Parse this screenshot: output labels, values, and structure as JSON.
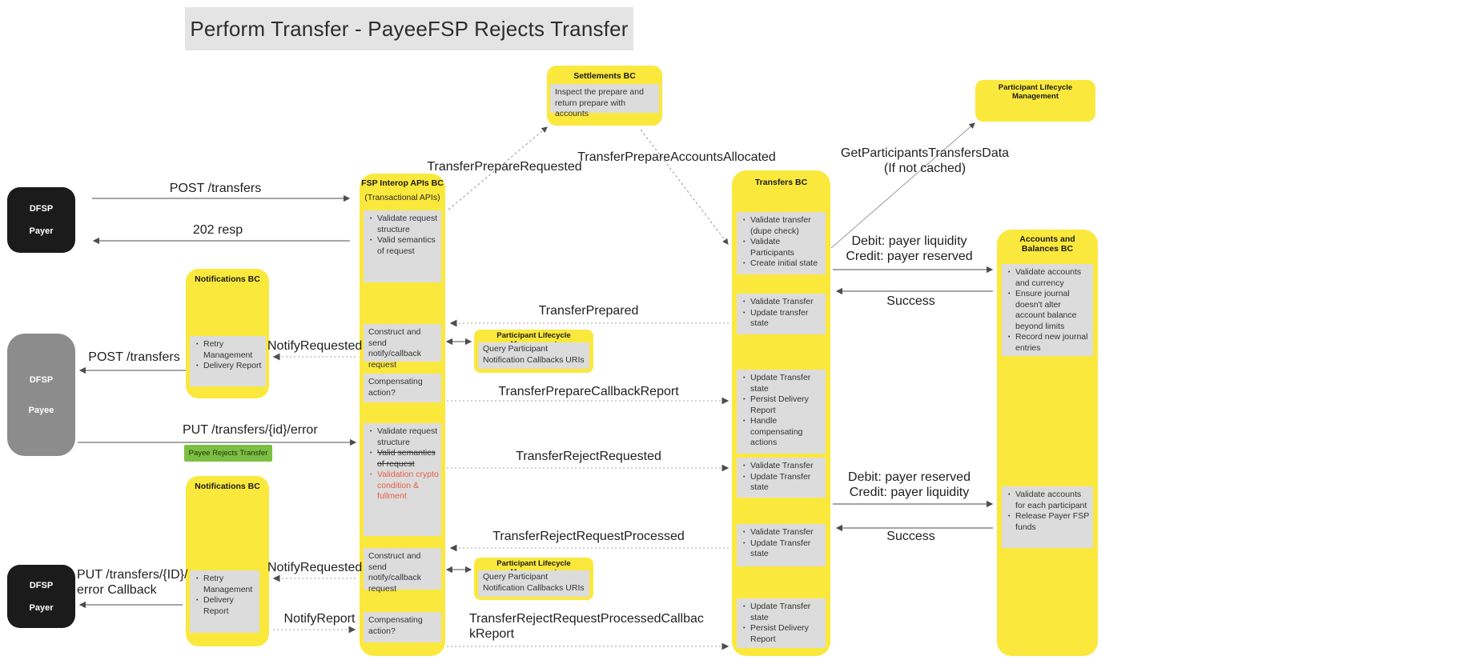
{
  "title": "Perform Transfer - PayeeFSP Rejects Transfer",
  "colors": {
    "sticky_yellow": "#fbe83c",
    "inner_gray": "#dcdcdc",
    "payer_black": "#1b1b1b",
    "payee_gray": "#8c8c8c",
    "badge_green": "#7cc043",
    "alert_red": "#e85c45",
    "title_bg": "#e4e4e4"
  },
  "actors": {
    "payer_top": {
      "line1": "DFSP",
      "line2": "Payer"
    },
    "payee": {
      "line1": "DFSP",
      "line2": "Payee"
    },
    "payer_bottom": {
      "line1": "DFSP",
      "line2": "Payer"
    }
  },
  "settlements": {
    "header": "Settlements BC",
    "note": "Inspect the prepare and return prepare with accounts"
  },
  "plm_top": {
    "header": "Participant Lifecycle Management"
  },
  "plm_mid": {
    "header": "Participant Lifecycle Management",
    "note": "Query Participant Notification Callbacks URIs"
  },
  "plm_bottom": {
    "header": "Participant Lifecycle Management",
    "note": "Query Participant Notification Callbacks URIs"
  },
  "notifications_top": {
    "header": "Notifications BC",
    "items": [
      "Retry Management",
      "Delivery Report"
    ]
  },
  "notifications_bottom": {
    "header": "Notifications BC",
    "items": [
      "Retry Management",
      "Delivery Report"
    ]
  },
  "fsp_interop": {
    "header": "FSP Interop APIs BC",
    "subheader": "(Transactional APIs)",
    "box1": {
      "items": [
        "Validate request structure",
        "Valid semantics of request"
      ]
    },
    "box2": "Construct and send notify/callback request",
    "box3": "Compensating action?",
    "box4": {
      "items": [
        {
          "text": "Validate request structure",
          "style": "normal"
        },
        {
          "text": "Valid semantics of request",
          "style": "strike"
        },
        {
          "text": "Validation crypto condition & fullment",
          "style": "red"
        }
      ]
    },
    "box5": "Construct and send notify/callback request",
    "box6": "Compensating action?"
  },
  "transfers": {
    "header": "Transfers BC",
    "box1": [
      "Validate transfer (dupe check)",
      "Validate Participants",
      "Create initial state"
    ],
    "box2": [
      "Validate Transfer",
      "Update transfer state"
    ],
    "box3": [
      "Update Transfer state",
      "Persist Delivery Report",
      "Handle compensating actions"
    ],
    "box4": [
      "Validate Transfer",
      "Update Transfer state"
    ],
    "box5": [
      "Validate Transfer",
      "Update Transfer state"
    ],
    "box6": [
      "Update Transfer state",
      "Persist Delivery Report"
    ]
  },
  "accounts": {
    "header": "Accounts and Balances BC",
    "box1": [
      "Validate accounts and currency",
      "Ensure journal doesn't alter account balance beyond limits",
      "Record new journal entries"
    ],
    "box2": [
      "Validate accounts for each participant",
      "Release Payer FSP funds"
    ]
  },
  "messages": {
    "post_transfers_top": "POST /transfers",
    "resp_202": "202 resp",
    "transfer_prepare_requested": "TransferPrepareRequested",
    "transfer_prepare_accounts_allocated": "TransferPrepareAccountsAllocated",
    "get_participants_line1": "GetParticipantsTransfersData",
    "get_participants_line2": "(If not cached)",
    "debit_liquidity_line1": "Debit: payer liquidity",
    "debit_liquidity_line2": "Credit: payer reserved",
    "success_1": "Success",
    "transfer_prepared": "TransferPrepared",
    "notify_requested_1": "NotifyRequested",
    "post_transfers_payee": "POST /transfers",
    "transfer_prepare_callback_report": "TransferPrepareCallbackReport",
    "put_transfers_error": "PUT /transfers/{id}/error",
    "payee_rejects_badge": "Payee Rejects Transfer",
    "transfer_reject_requested": "TransferRejectRequested",
    "debit_reserved_line1": "Debit: payer reserved",
    "debit_reserved_line2": "Credit: payer liquidity",
    "success_2": "Success",
    "transfer_reject_request_processed": "TransferRejectRequestProcessed",
    "notify_requested_2": "NotifyRequested",
    "put_transfers_id_error_callback": "PUT /transfers/{ID}/ error Callback",
    "notify_report": "NotifyReport",
    "transfer_reject_processed_callback_report": "TransferRejectRequestProcessedCallbackReport"
  }
}
